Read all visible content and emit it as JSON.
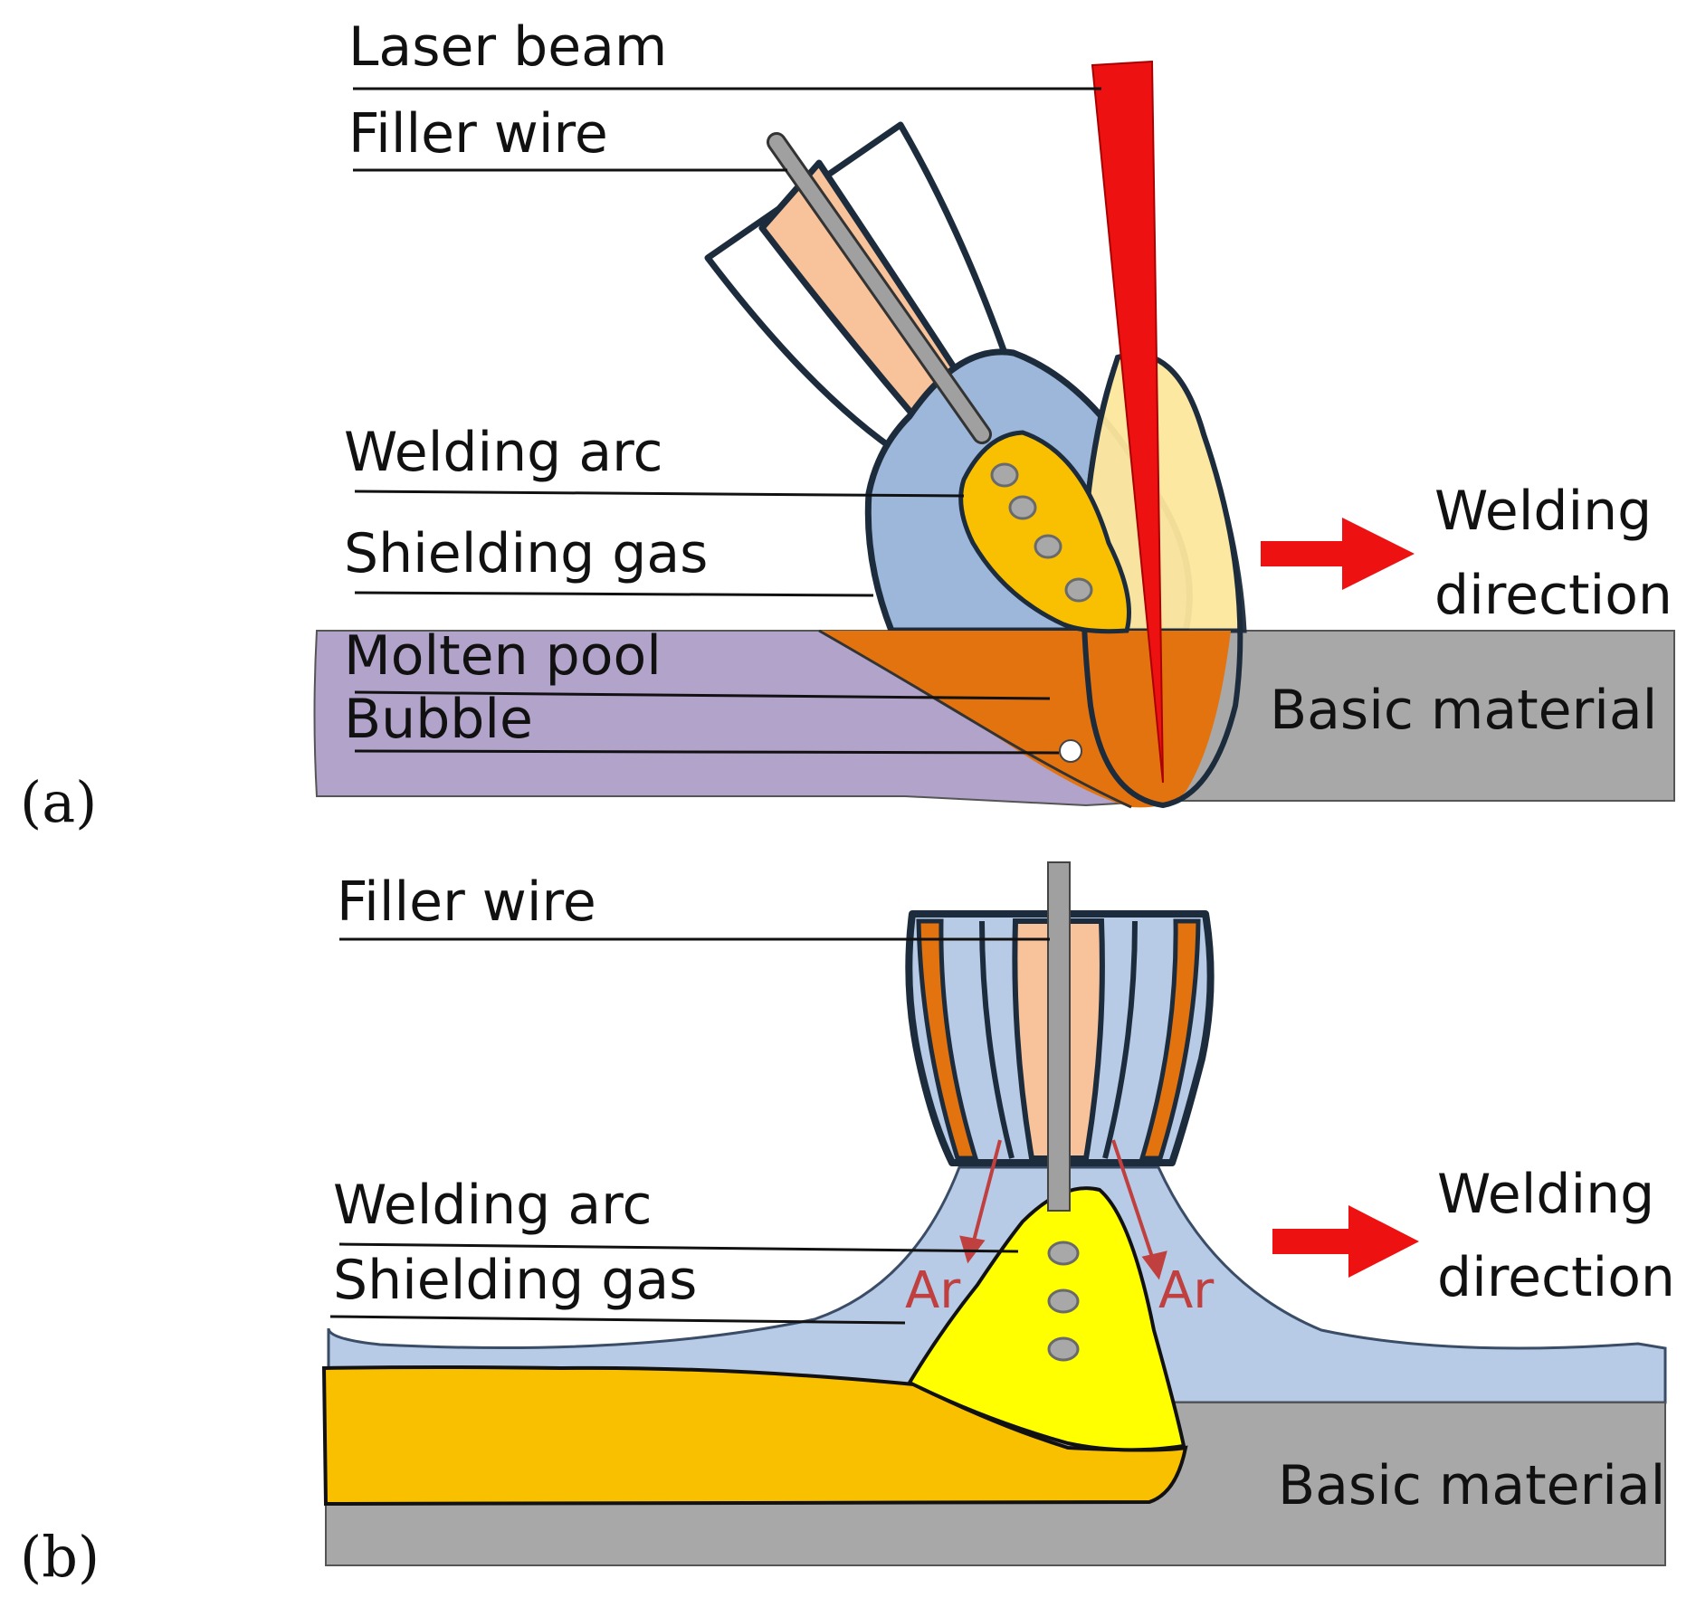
{
  "panel_a": {
    "label": "(a)",
    "laser_beam": "Laser beam",
    "filler_wire": "Filler wire",
    "welding_arc": "Welding arc",
    "shielding_gas": "Shielding gas",
    "molten_pool": "Molten pool",
    "bubble": "Bubble",
    "welding_direction_line1": "Welding",
    "welding_direction_line2": "direction",
    "basic_material": "Basic material"
  },
  "panel_b": {
    "label": "(b)",
    "filler_wire": "Filler wire",
    "welding_arc": "Welding arc",
    "shielding_gas": "Shielding gas",
    "ar_left": "Ar",
    "ar_right": "Ar",
    "welding_direction_line1": "Welding",
    "welding_direction_line2": "direction",
    "basic_material": "Basic material"
  },
  "colors": {
    "laser": "#ee1111",
    "gas": "#9cb7d9",
    "arc_a": "#f8c000",
    "arc_b": "#ffff00",
    "weld_bead": "#f9c000",
    "molten_pool": "#e3730f",
    "base_metal": "#a8a8a8",
    "contact_tube": "#f8c39a",
    "wire": "#a0a0a0",
    "purple_zone": "#b1a3c9",
    "keyhole_zone": "#fde79d",
    "arrow": "#ee1111"
  }
}
